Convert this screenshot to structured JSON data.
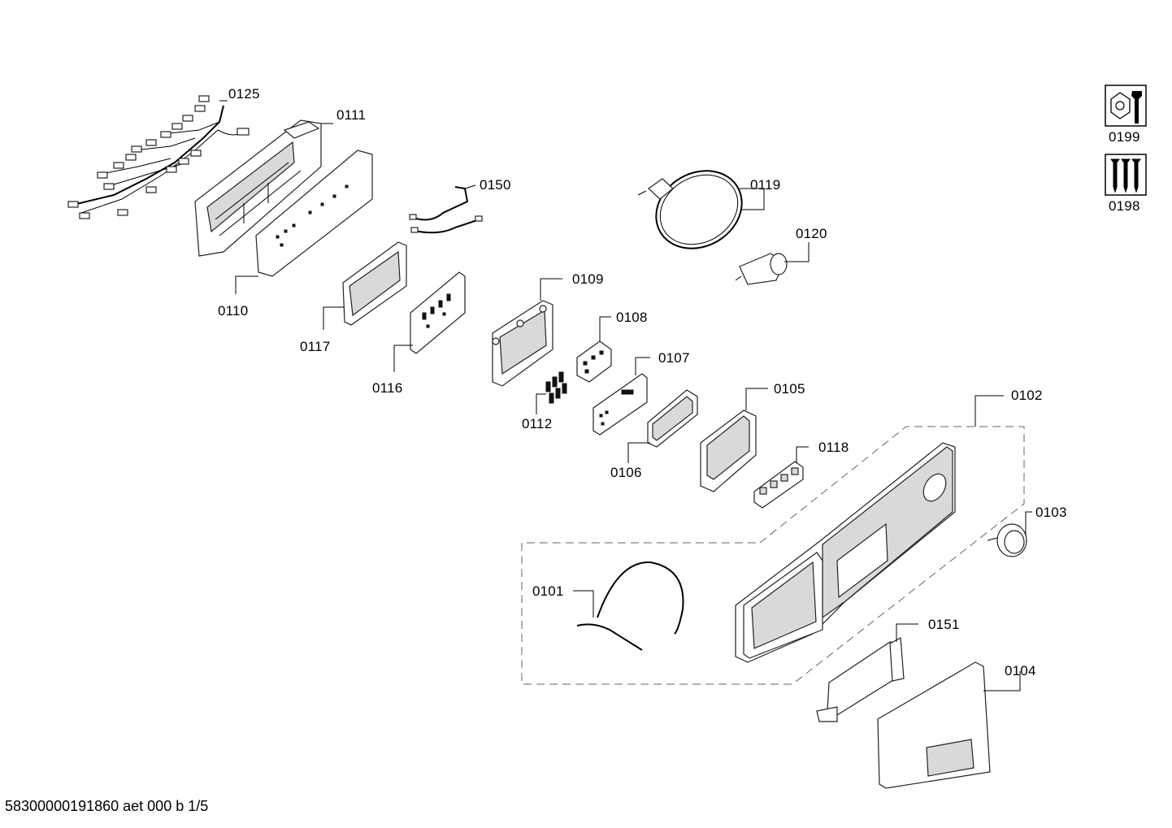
{
  "part_labels": {
    "p0125": "0125",
    "p0111": "0111",
    "p0110": "0110",
    "p0150": "0150",
    "p0117": "0117",
    "p0116": "0116",
    "p0119": "0119",
    "p0120": "0120",
    "p0109": "0109",
    "p0108": "0108",
    "p0112": "0112",
    "p0107": "0107",
    "p0106": "0106",
    "p0105": "0105",
    "p0118": "0118",
    "p0102": "0102",
    "p0103": "0103",
    "p0101": "0101",
    "p0151": "0151",
    "p0104": "0104",
    "p0199": "0199",
    "p0198": "0198"
  },
  "icons": {
    "p0199": "hexnut-wrench-icon",
    "p0198": "screws-icon"
  },
  "footer": {
    "doc_id": "58300000191860 aet 000 b 1/5"
  }
}
